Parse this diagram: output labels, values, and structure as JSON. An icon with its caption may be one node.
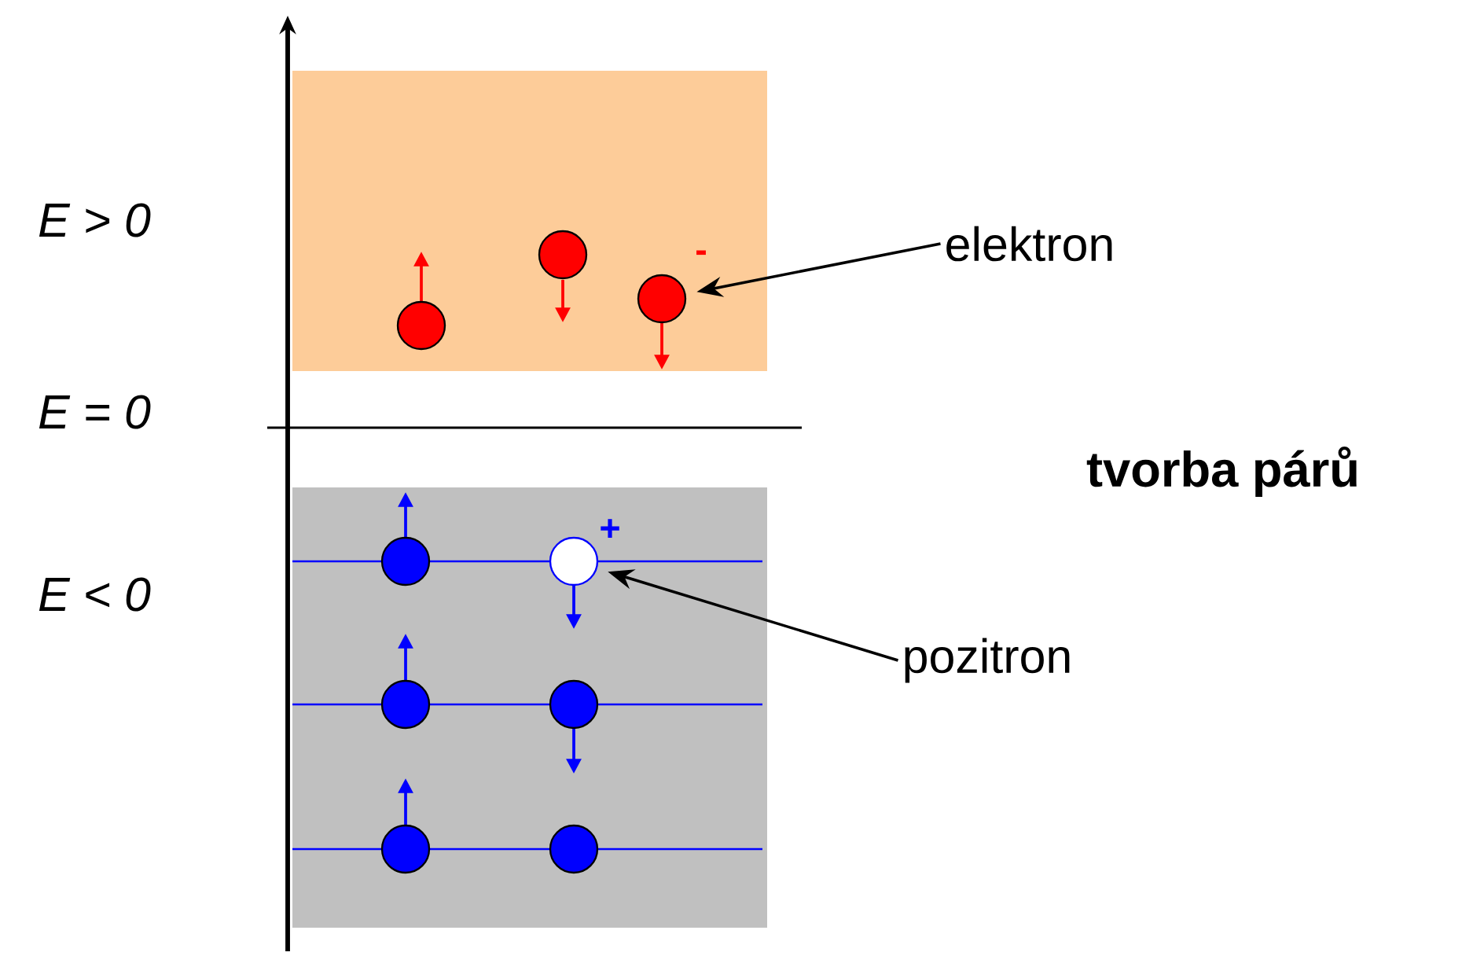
{
  "diagram": {
    "nodes": [
      {
        "text": [
          "elektron"
        ]
      },
      {
        "text": [],
        "shape": "circle"
      },
      {
        "text": [],
        "shape": "circle"
      },
      {
        "text": [],
        "shape": "circle"
      },
      {
        "text": [
          "pozitron"
        ]
      },
      {
        "text": [],
        "shape": "circle"
      },
      {
        "text": [],
        "shape": "circle"
      },
      {
        "text": [],
        "shape": "circle"
      },
      {
        "text": [],
        "shape": "circle"
      },
      {
        "text": [],
        "shape": "circle"
      },
      {
        "text": [],
        "shape": "circle"
      }
    ],
    "edges": [
      {
        "from": 0,
        "to": 3,
        "arrow": "to"
      },
      {
        "from": 4,
        "to": 6,
        "arrow": "to"
      }
    ],
    "labels": [
      "E > 0",
      "-",
      "E = 0",
      "tvorba párů",
      "+",
      "E < 0"
    ]
  }
}
